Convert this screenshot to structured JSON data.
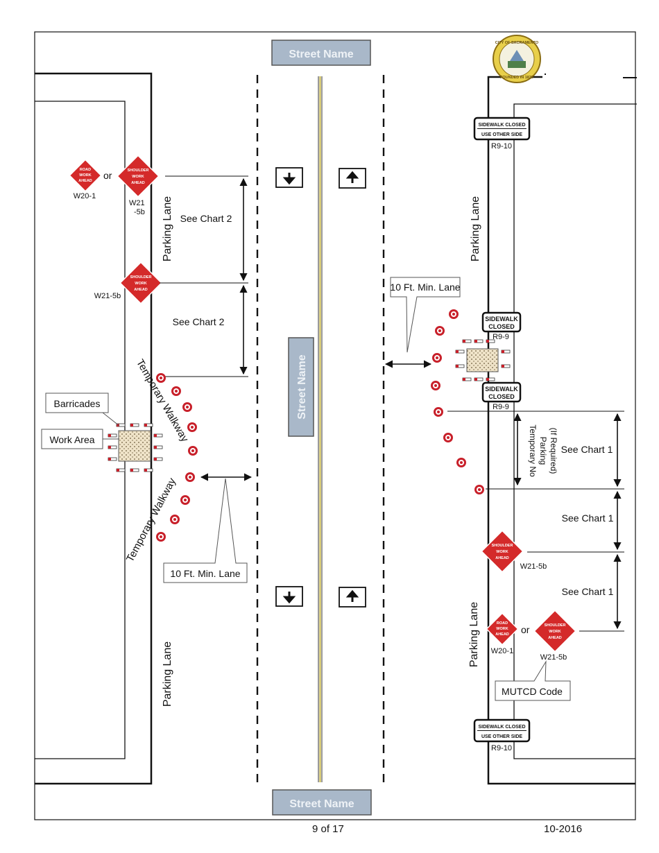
{
  "street_name_top": "Street Name",
  "street_name_middle": "Street Name",
  "street_name_bottom": "Street Name",
  "seal": {
    "text_top": "CITY OF SACRAMENTO",
    "text_bottom": "FOUNDED IN 1839"
  },
  "lanes": {
    "parking_lane": "Parking Lane"
  },
  "left_side": {
    "sign_road_work_ahead": [
      "ROAD",
      "WORK",
      "AHEAD"
    ],
    "sign_shoulder_work_ahead": [
      "SHOULDER",
      "WORK",
      "AHEAD"
    ],
    "or_label": "or",
    "code_w20_1": "W20-1",
    "code_w21_5b_split": [
      "W21",
      "-5b"
    ],
    "code_w21_5b": "W21-5b",
    "see_chart_2": "See Chart 2",
    "temporary_walkway": "Temporary Walkway",
    "barricades": "Barricades",
    "work_area": "Work Area",
    "min_lane": "10 Ft. Min. Lane"
  },
  "right_side": {
    "sidewalk_closed_use_other_side": [
      "SIDEWALK CLOSED",
      "USE OTHER SIDE"
    ],
    "sidewalk_closed": [
      "SIDEWALK",
      "CLOSED"
    ],
    "code_r9_10": "R9-10",
    "code_r9_9": "R9-9",
    "min_lane": "10 Ft. Min. Lane",
    "temporary_no_parking": [
      "Temporary No",
      "Parking",
      "(If Required)"
    ],
    "see_chart_1": "See Chart 1",
    "sign_shoulder_work_ahead": [
      "SHOULDER",
      "WORK",
      "AHEAD"
    ],
    "sign_road_work_ahead": [
      "ROAD",
      "WORK",
      "AHEAD"
    ],
    "code_w21_5b": "W21-5b",
    "code_w20_1": "W20-1",
    "or_label": "or",
    "mutcd_code": "MUTCD Code"
  },
  "footer": {
    "page": "9 of 17",
    "date": "10-2016"
  },
  "colors": {
    "sign_red": "#d42a2a",
    "street_name_box": "#a9b8c9",
    "centerline": "#c8b84a",
    "cone_red": "#c8202a",
    "work_area": "#efe3c8"
  }
}
